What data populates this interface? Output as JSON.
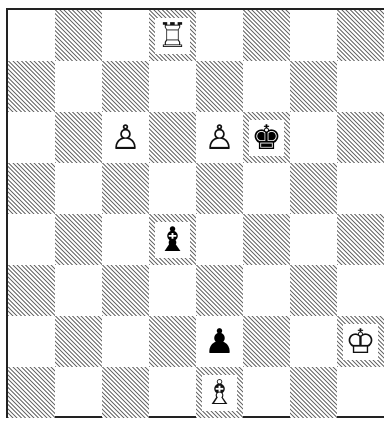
{
  "board": {
    "rows": [
      [
        "",
        "",
        "",
        "R",
        "",
        "",
        "",
        ""
      ],
      [
        "",
        "",
        "",
        "",
        "",
        "",
        "",
        ""
      ],
      [
        "",
        "",
        "P",
        "",
        "P",
        "k",
        "",
        ""
      ],
      [
        "",
        "",
        "",
        "",
        "",
        "",
        "",
        ""
      ],
      [
        "",
        "",
        "",
        "b",
        "",
        "",
        "",
        ""
      ],
      [
        "",
        "",
        "",
        "",
        "",
        "",
        "",
        ""
      ],
      [
        "",
        "",
        "",
        "",
        "p",
        "",
        "",
        "K"
      ],
      [
        "",
        "",
        "",
        "",
        "B",
        "",
        "",
        ""
      ]
    ],
    "light_color": "#ffffff",
    "dark_hatch_color": "#6a6a6a"
  },
  "pieces": {
    "K": {
      "glyph": "♔",
      "name": "white-king"
    },
    "R": {
      "glyph": "♖",
      "name": "white-rook"
    },
    "B": {
      "glyph": "♗",
      "name": "white-bishop"
    },
    "P": {
      "glyph": "♙",
      "name": "white-pawn"
    },
    "k": {
      "glyph": "♚",
      "name": "black-king"
    },
    "b": {
      "glyph": "♝",
      "name": "black-bishop"
    },
    "p": {
      "glyph": "♟",
      "name": "black-pawn"
    }
  }
}
